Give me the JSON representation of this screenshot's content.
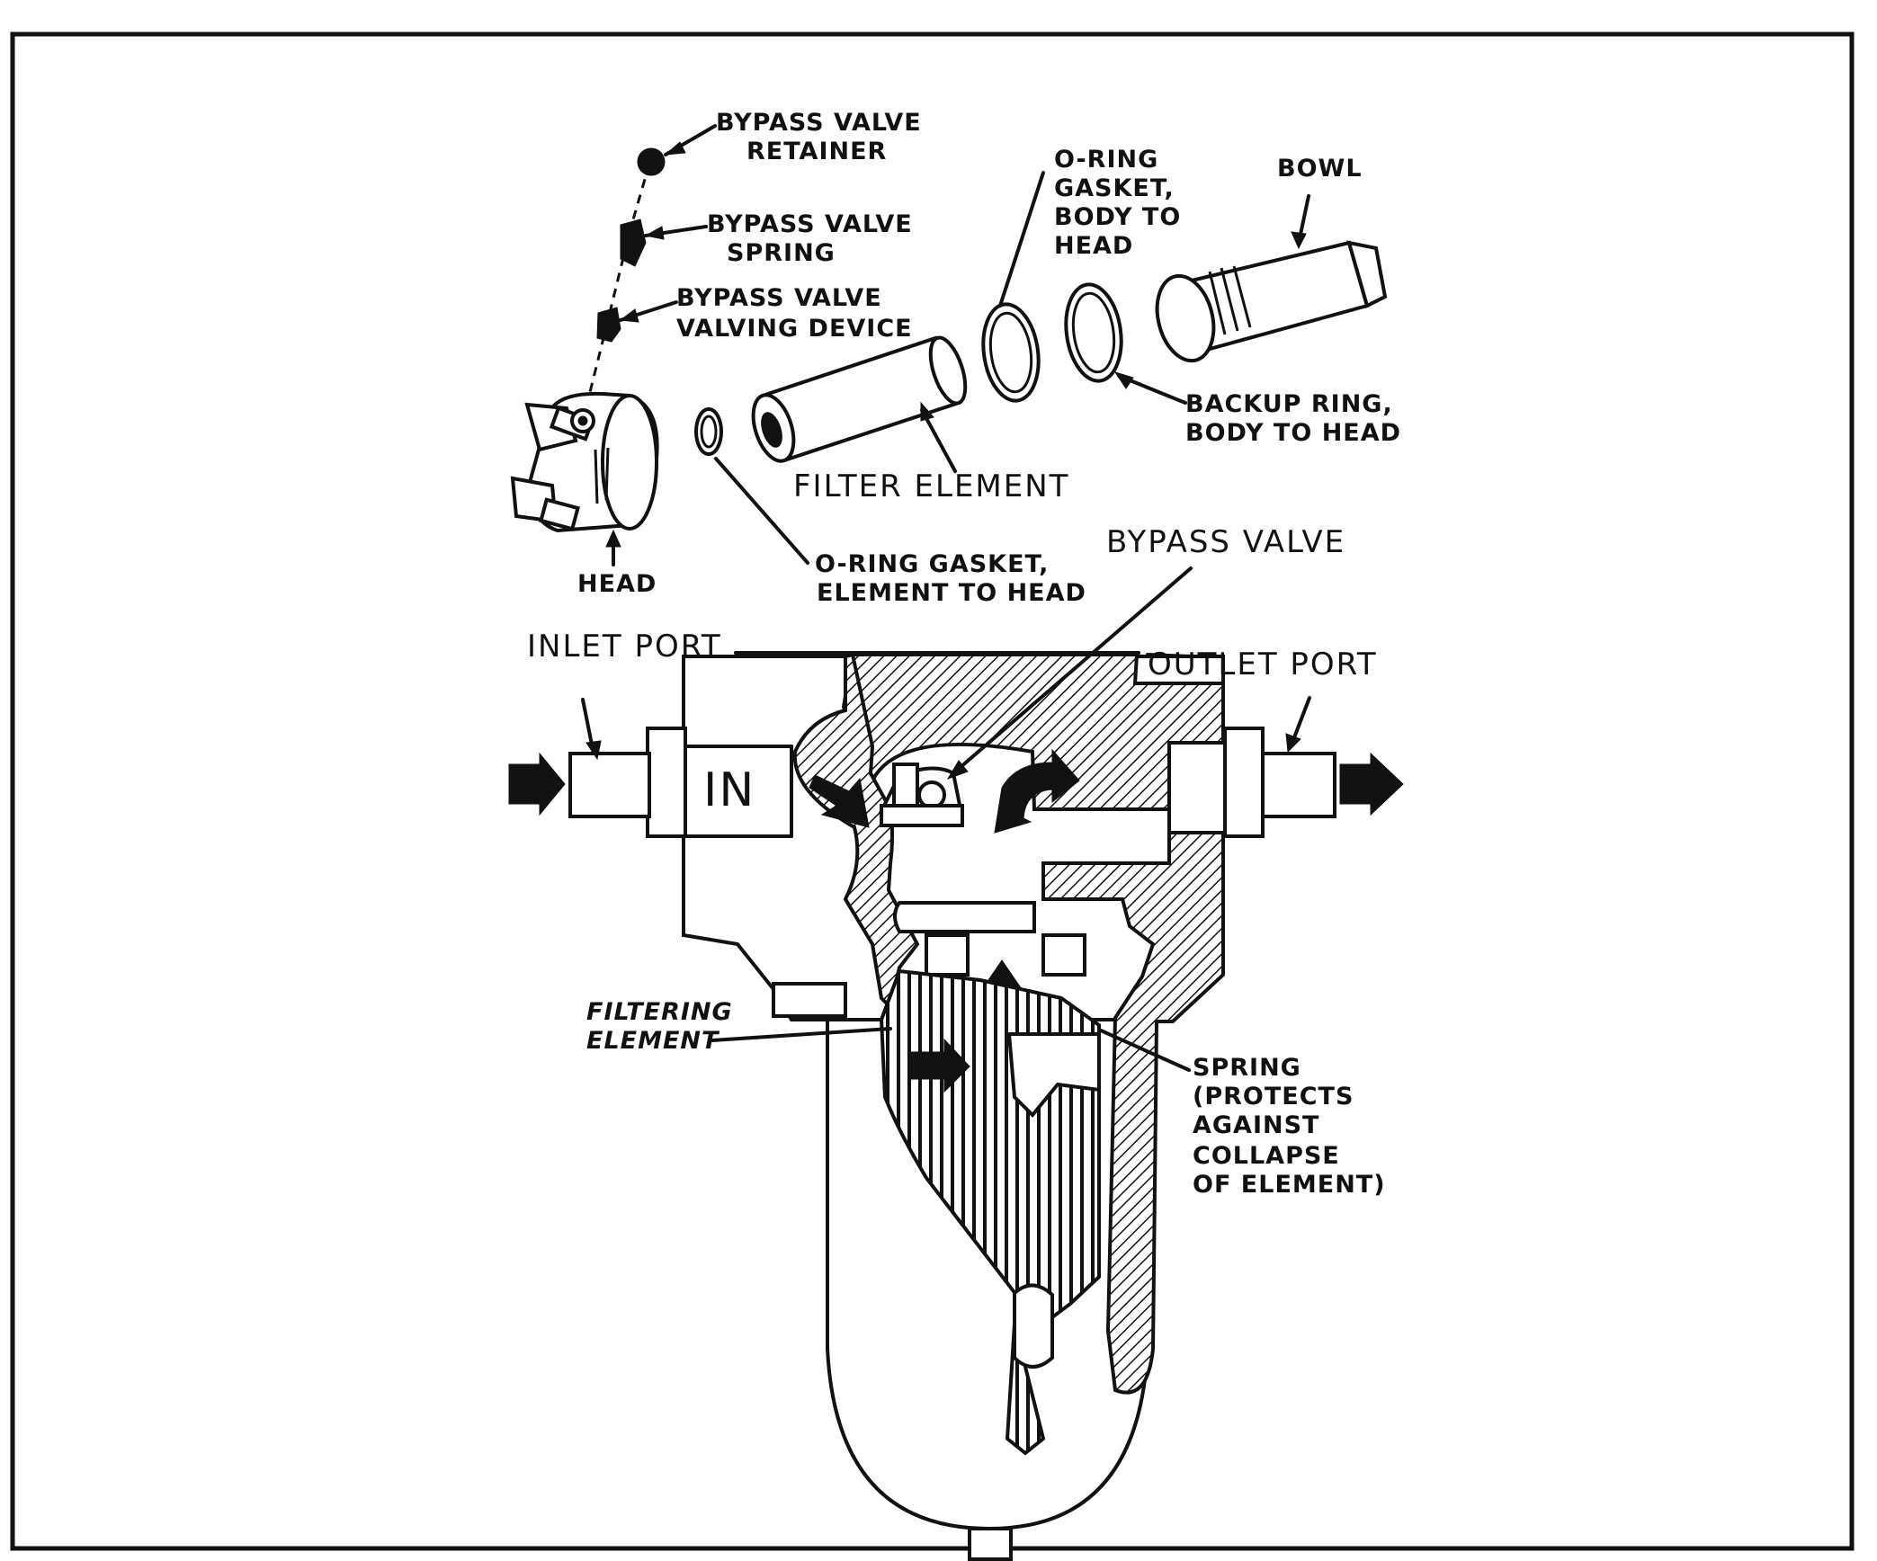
{
  "labels": {
    "bypass_valve_retainer": [
      "BYPASS VALVE",
      "RETAINER"
    ],
    "bypass_valve_spring": [
      "BYPASS VALVE",
      "SPRING"
    ],
    "bypass_valve_valving_device": [
      "BYPASS VALVE",
      "VALVING DEVICE"
    ],
    "o_ring_gasket_body_to_head": [
      "O-RING",
      "GASKET,",
      "BODY TO",
      "HEAD"
    ],
    "bowl": [
      "BOWL"
    ],
    "backup_ring": [
      "BACKUP RING,",
      "BODY TO HEAD"
    ],
    "filter_element": [
      "FILTER ELEMENT"
    ],
    "head": [
      "HEAD"
    ],
    "o_ring_gasket_element_to_head": [
      "O-RING GASKET,",
      "ELEMENT TO HEAD"
    ],
    "bypass_valve": [
      "BYPASS VALVE"
    ],
    "inlet_port": [
      "INLET PORT"
    ],
    "outlet_port": [
      "OUTLET PORT"
    ],
    "in_marking": [
      "IN"
    ],
    "filtering_element": [
      "FILTERING",
      "ELEMENT"
    ],
    "spring": [
      "SPRING",
      "(PROTECTS",
      "AGAINST",
      "COLLAPSE",
      "OF ELEMENT)"
    ]
  }
}
